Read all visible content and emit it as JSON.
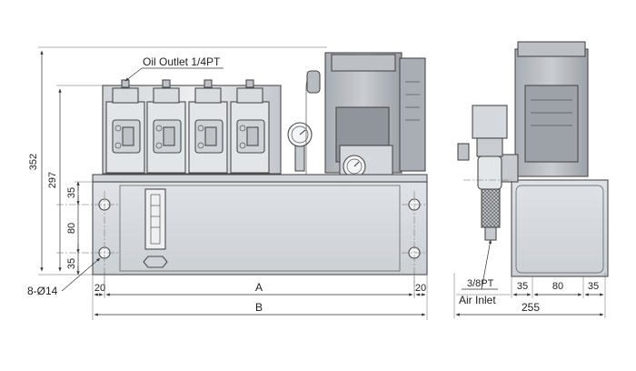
{
  "drawing": {
    "labels": {
      "oil_outlet": "Oil Outlet 1/4PT",
      "air_thread": "3/8PT",
      "air_inlet": "Air Inlet",
      "holes": "8-Ø14"
    },
    "dimensions": {
      "overall_height": "352",
      "body_height": "297",
      "v_top": "35",
      "v_mid": "80",
      "v_bot": "35",
      "h_left": "20",
      "h_A": "A",
      "h_right": "20",
      "h_B": "B",
      "side_35_left": "35",
      "side_80": "80",
      "side_35_right": "35",
      "side_width": "255"
    }
  }
}
